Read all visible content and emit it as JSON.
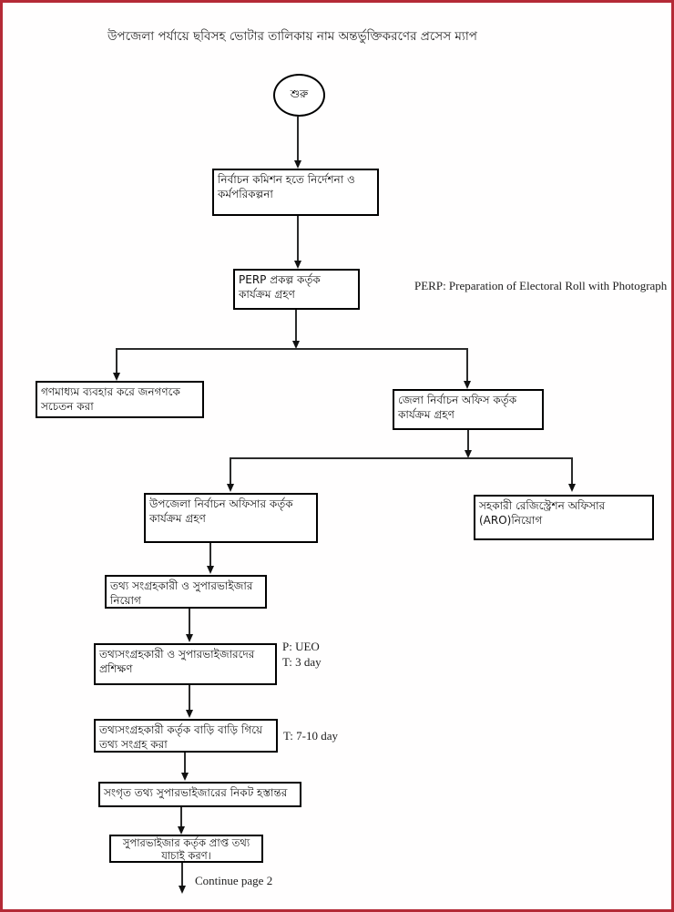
{
  "page": {
    "title": "উপজেলা পর্যায়ে ছবিসহ ভোটার তালিকায় নাম অন্তর্ভুক্তিকরণের প্রসেস ম্যাপ",
    "border_color": "#b42a36"
  },
  "flowchart": {
    "start_label": "শুরু",
    "nodes": {
      "ec_directive": "নির্বাচন কমিশন হতে নির্দেশনা ও কর্মপরিকল্পনা",
      "perp_project": "PERP প্রকল্প কর্তৃক কার্যক্রম গ্রহণ",
      "mass_media": "গণমাধ্যম ব্যবহার করে জনগণকে সচেতন করা",
      "district_office": "জেলা নির্বাচন অফিস কর্তৃক কার্যক্রম গ্রহণ",
      "upazila_officer": "উপজেলা নির্বাচন অফিসার কর্তৃক কার্যক্রম গ্রহণ",
      "aro_appointment": "সহকারী রেজিস্ট্রেশন অফিসার (ARO)নিয়োগ",
      "enumerator_supervisor_appointment": "তথ্য সংগ্রহকারী ও সুপারভাইজার নিয়োগ",
      "training": "তথ্যসংগ্রহকারী ও সুপারভাইজারদের প্রশিক্ষণ",
      "house_to_house_collection": "তথ্যসংগ্রহকারী কর্তৃক বাড়ি বাড়ি গিয়ে তথ্য সংগ্রহ করা",
      "handover_to_supervisor": "সংগৃত তথ্য সুপারভাইজারের নিকট হস্তান্তর",
      "supervisor_verification": "সুপারভাইজার কর্তৃক প্রাপ্ত তথ্য যাচাই করণ।"
    },
    "annotations": {
      "perp_definition": "PERP: Preparation of Electoral Roll with Photograph",
      "training_presenter": "P: UEO",
      "training_time": "T: 3 day",
      "collection_time": "T: 7-10 day",
      "continue_note": "Continue page 2"
    }
  }
}
